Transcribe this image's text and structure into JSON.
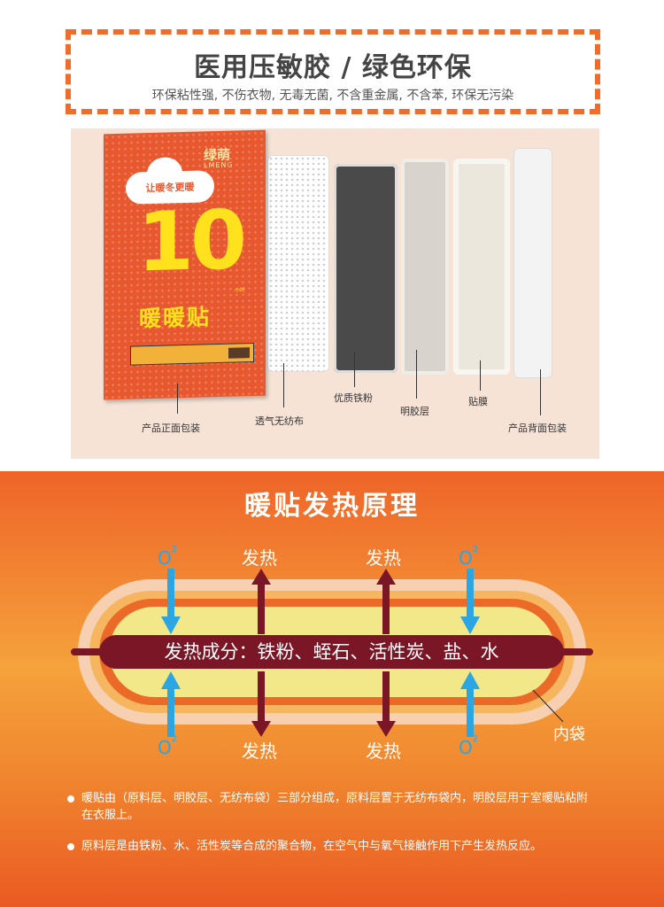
{
  "header": {
    "title": "医用压敏胶 / 绿色环保",
    "subtitle": "环保粘性强, 不伤衣物, 无毒无菌, 不含重金属, 不含苯, 环保无污染"
  },
  "product": {
    "brand": "绿萌",
    "brand_en": "LMENG",
    "cloud_text": "让暖冬更暖",
    "number": "10",
    "hours": "小时",
    "name": "暖暖贴",
    "labels": {
      "front": "产品正面包装",
      "fabric": "透气无纺布",
      "iron": "优质铁粉",
      "gel": "明胶层",
      "film": "贴膜",
      "back": "产品背面包装"
    }
  },
  "principle": {
    "title": "暖贴发热原理",
    "heat": "发热",
    "o2": "O",
    "o2_sup": "2",
    "core": "发热成分：铁粉、蛭石、活性炭、盐、水",
    "inner_bag": "内袋",
    "notes": [
      "暖贴由（原料层、明胶层、无纺布袋）三部分组成，原料层置于无纺布袋内，明胶层用于室暖贴粘附在衣服上。",
      "原料层是由铁粉、水、活性炭等合成的聚合物，在空气中与氧气接触作用下产生发热反应。"
    ]
  },
  "colors": {
    "accent_orange": "#ef6c2a",
    "oxygen_blue": "#2aa6e3",
    "core_red": "#7a1625"
  }
}
